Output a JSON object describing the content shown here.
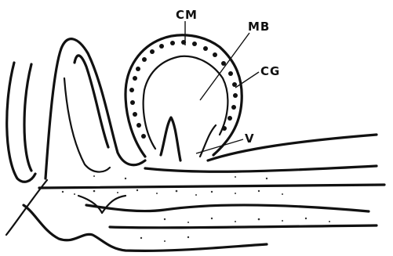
{
  "labels": {
    "cm": "CM",
    "mb": "MB",
    "cg": "CG",
    "v": "V"
  },
  "colors": {
    "ink": "#111111",
    "background": "#ffffff"
  }
}
